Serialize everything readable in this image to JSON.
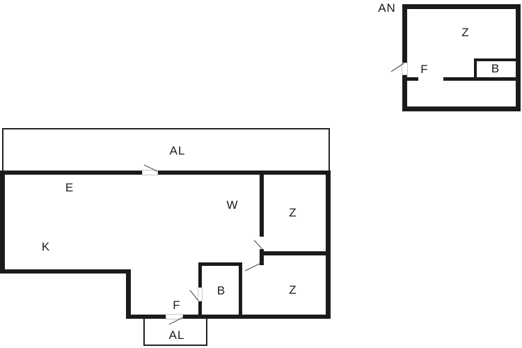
{
  "colors": {
    "wall": "#1b1b1b",
    "thin_wall": "#222222",
    "door_swing": "#555555",
    "background": "#ffffff",
    "label": "#1a1a1a"
  },
  "annex_plan": {
    "title": "AN",
    "z": "Z",
    "f": "F",
    "b": "B"
  },
  "main_plan": {
    "al_top": "AL",
    "e": "E",
    "w": "W",
    "z_upper": "Z",
    "k": "K",
    "b": "B",
    "z_lower": "Z",
    "f": "F",
    "al_bottom": "AL"
  }
}
